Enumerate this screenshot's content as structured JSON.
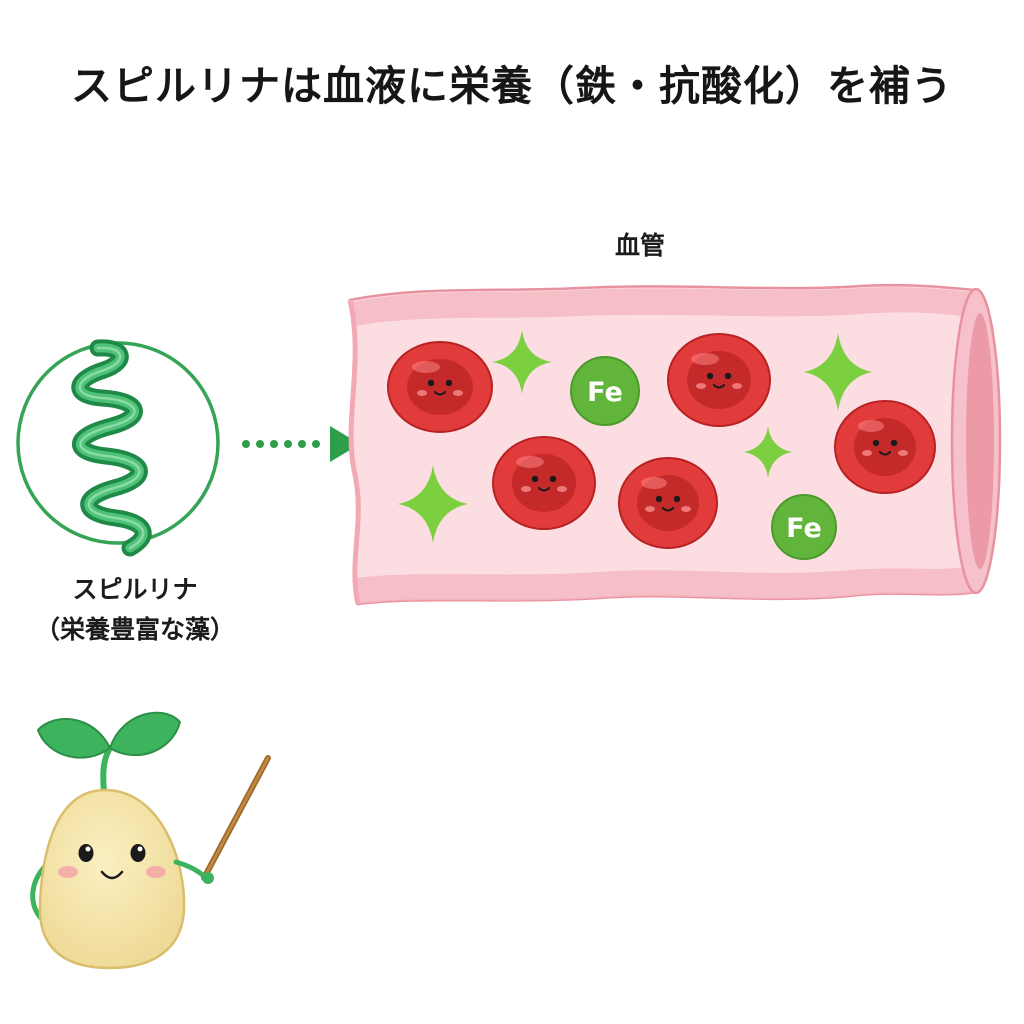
{
  "title": "スピルリナは血液に栄養（鉄・抗酸化）を補う",
  "vessel": {
    "label": "血管"
  },
  "algae": {
    "name": "スピルリナ",
    "description": "（栄養豊富な藻）"
  },
  "nutrient": {
    "symbol": "Fe"
  },
  "colors": {
    "vessel_fill": "#fbdde2",
    "vessel_wall": "#f4b9c2",
    "vessel_edge": "#e9929f",
    "blood_cell": "#dc3434",
    "blood_cell_center": "#bd2424",
    "iron": "#62b53b",
    "sparkle": "#7ccf3e",
    "spirulina": "#2f9e57",
    "circle_outline": "#35a455",
    "arrow": "#2f9e4a",
    "mascot_body": "#f5e6a8",
    "mascot_leaf": "#3eb35e"
  }
}
